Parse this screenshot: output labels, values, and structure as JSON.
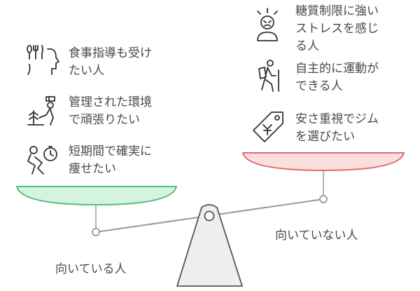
{
  "left_side": {
    "caption": "向いている人",
    "items": [
      {
        "text": "食事指導も受け\nたい人",
        "icon": "utensils-head-icon"
      },
      {
        "text": "管理された環境\nで頑張りたい",
        "icon": "trainer-icon"
      },
      {
        "text": "短期間で確実に\n痩せたい",
        "icon": "running-stopwatch-icon"
      }
    ]
  },
  "right_side": {
    "caption": "向いていない人",
    "items": [
      {
        "text": "糖質制限に強い\nストレスを感じ\nる人",
        "icon": "stressed-person-icon"
      },
      {
        "text": "自主的に運動が\nできる人",
        "icon": "hiker-icon"
      },
      {
        "text": "安さ重視でジム\nを選びたい",
        "icon": "price-tag-icon"
      }
    ]
  },
  "colors": {
    "left_pan_fill": "#d6f2e0",
    "left_pan_stroke": "#4cc47a",
    "right_pan_fill": "#fbdede",
    "right_pan_stroke": "#e06c6c",
    "beam": "#9a9a9a",
    "fulcrum_fill": "#eeeeee",
    "fulcrum_stroke": "#555555"
  }
}
